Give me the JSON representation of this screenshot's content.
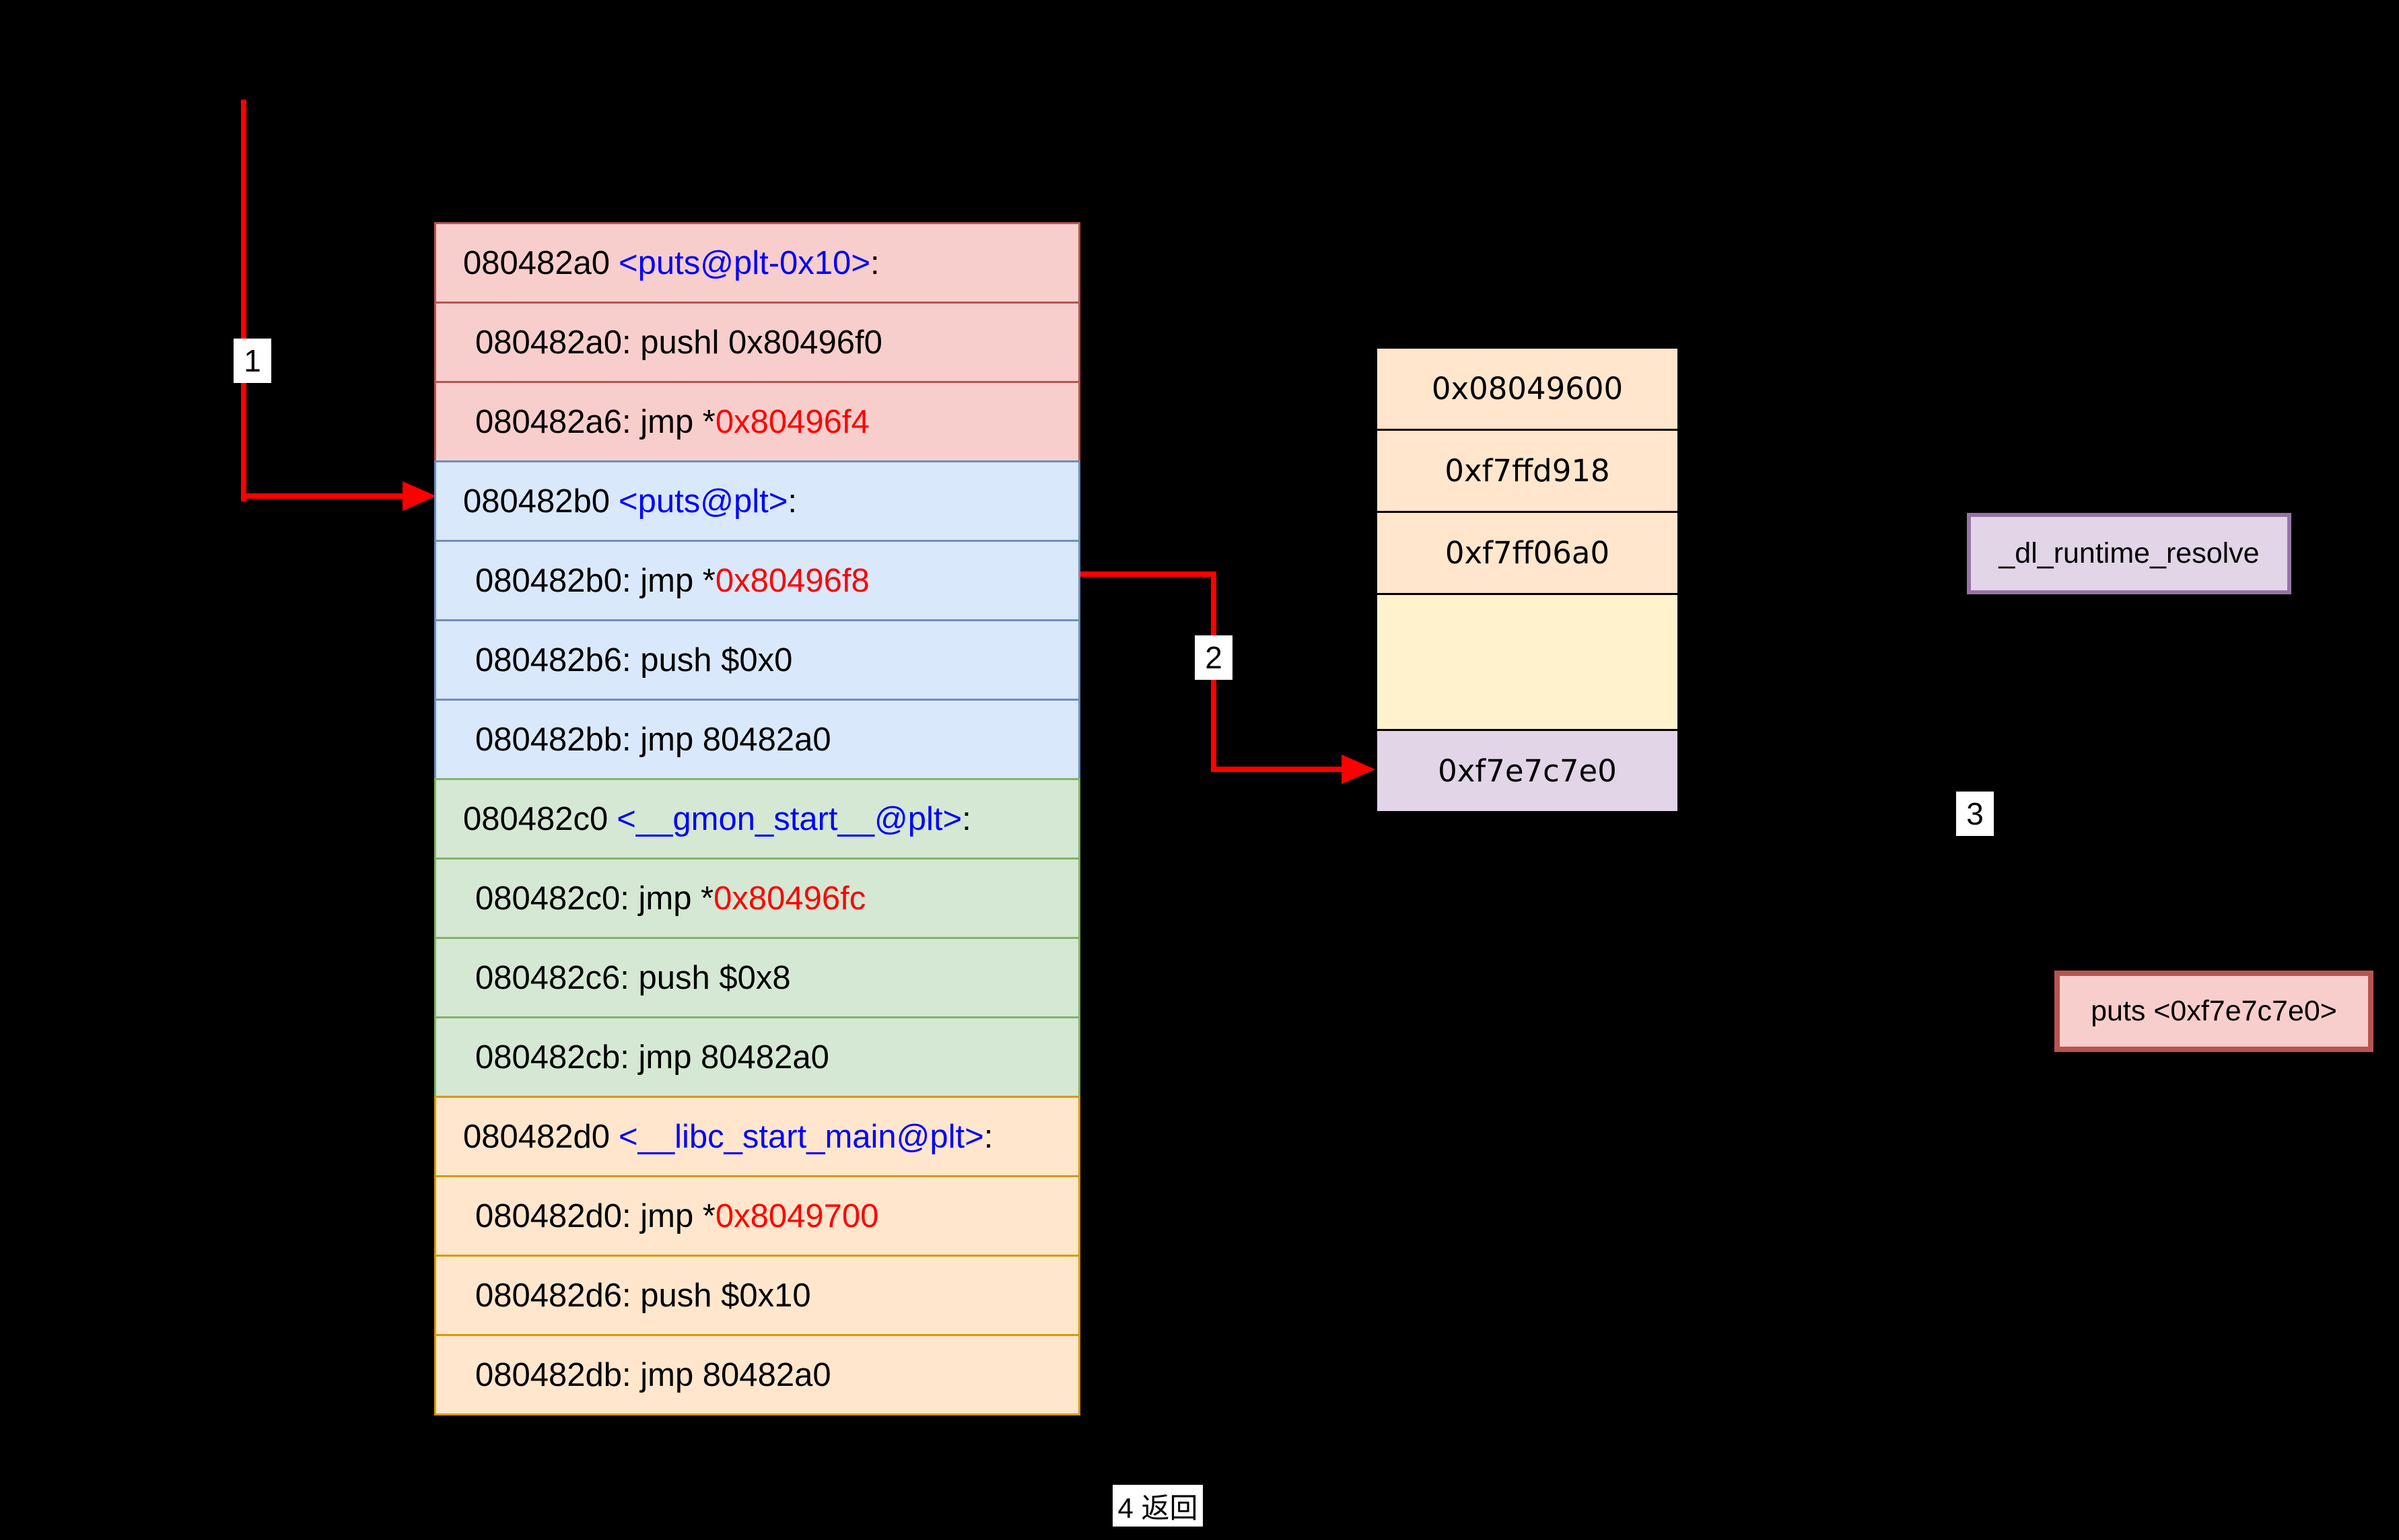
{
  "palette": {
    "background": "#000000",
    "pink_fill": "#f8cecc",
    "pink_stroke": "#b85450",
    "blue_fill": "#dae8fc",
    "blue_stroke": "#6c8ebf",
    "green_fill": "#d5e8d4",
    "green_stroke": "#82b366",
    "orange_fill": "#ffe6cc",
    "orange_stroke": "#d79b00",
    "yellow_fill": "#fff2cc",
    "yellow_stroke": "#d6b656",
    "purple_fill": "#e1d5e7",
    "purple_stroke": "#9673a6",
    "arrow_red": "#ff0000",
    "symbol_text_blue": "#0000ff",
    "address_text_red": "#ff0000",
    "label_bg": "#ffffff"
  },
  "plt_table": {
    "rows": [
      {
        "addr": "080482a0",
        "symbol": "<puts@plt-0x10>",
        "colon": ":"
      },
      {
        "text": "080482a0: pushl 0x80496f0"
      },
      {
        "text": "080482a6: jmp *",
        "red": "0x80496f4"
      },
      {
        "addr": "080482b0",
        "symbol": "<puts@plt>",
        "colon": ":"
      },
      {
        "text": "080482b0: jmp *",
        "red": "0x80496f8"
      },
      {
        "text": "080482b6: push $0x0"
      },
      {
        "text": "080482bb: jmp 80482a0"
      },
      {
        "addr": "080482c0",
        "symbol": "<__gmon_start__@plt>",
        "colon": ":"
      },
      {
        "text": "080482c0: jmp *",
        "red": "0x80496fc"
      },
      {
        "text": "080482c6: push $0x8"
      },
      {
        "text": "080482cb: jmp 80482a0"
      },
      {
        "addr": "080482d0",
        "symbol": "<__libc_start_main@plt>",
        "colon": ":"
      },
      {
        "text": "080482d0: jmp *",
        "red": "0x8049700"
      },
      {
        "text": "080482d6: push $0x10"
      },
      {
        "text": "080482db: jmp 80482a0"
      }
    ]
  },
  "got_table": {
    "rows": [
      {
        "value": "0x08049600"
      },
      {
        "value": "0xf7ffd918"
      },
      {
        "value": "0xf7ff06a0"
      },
      {
        "value": ""
      },
      {
        "value": "0xf7e7c7e0"
      }
    ]
  },
  "boxes": {
    "dl_runtime_resolve": "_dl_runtime_resolve",
    "puts": "puts <0xf7e7c7e0>"
  },
  "steps": {
    "s1": "1",
    "s2": "2",
    "s3": "3",
    "s4": "4 返回"
  }
}
